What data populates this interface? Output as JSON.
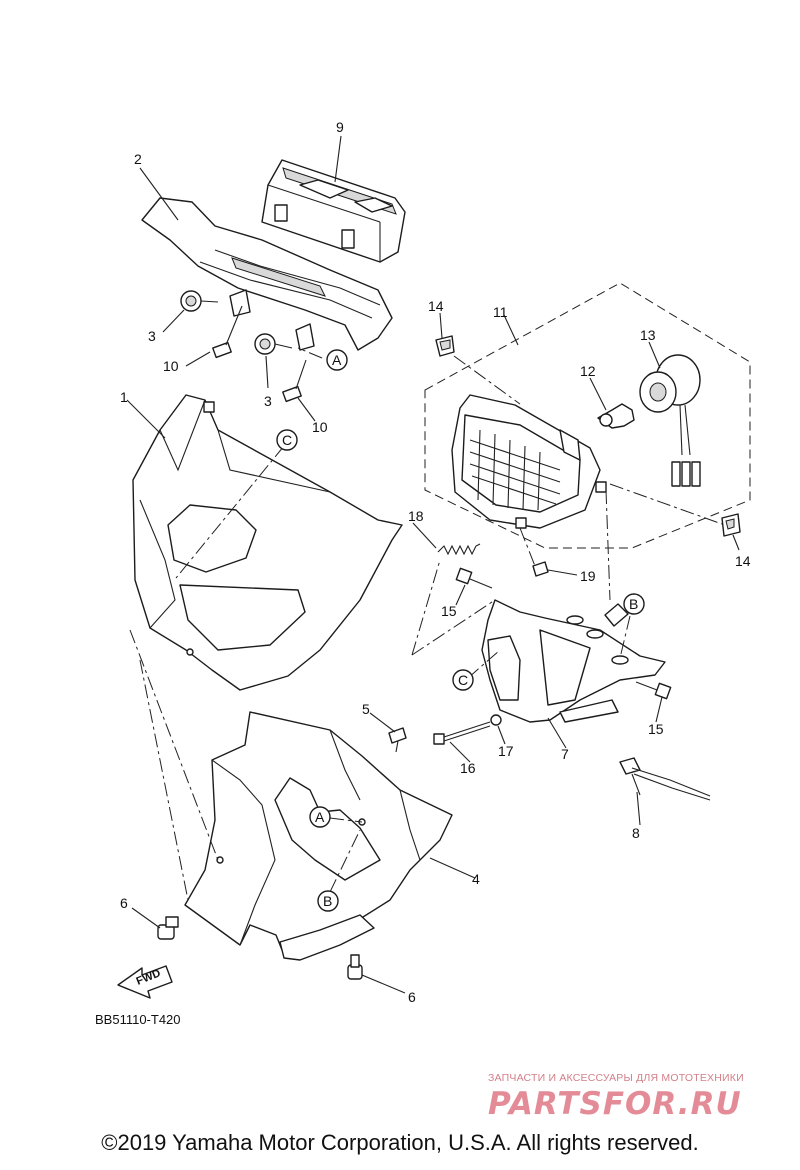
{
  "callouts": {
    "c1": "1",
    "c2": "2",
    "c3a": "3",
    "c3b": "3",
    "c4": "4",
    "c5": "5",
    "c6a": "6",
    "c6b": "6",
    "c7": "7",
    "c8": "8",
    "c9": "9",
    "c10a": "10",
    "c10b": "10",
    "c11": "11",
    "c12": "12",
    "c13": "13",
    "c14a": "14",
    "c14b": "14",
    "c15a": "15",
    "c15b": "15",
    "c16": "16",
    "c17": "17",
    "c18": "18",
    "c19": "19"
  },
  "refs": {
    "a1": "A",
    "a2": "A",
    "b1": "B",
    "b2": "B",
    "c1": "C",
    "c2": "C"
  },
  "fwd_label": "FWD",
  "diagram_code": "BB51110-T420",
  "watermark": {
    "subtitle": "ЗАПЧАСТИ И АКСЕССУАРЫ ДЛЯ МОТОТЕХНИКИ",
    "logo": "PARTSFOR.RU"
  },
  "copyright": "©2019 Yamaha Motor Corporation, U.S.A. All rights reserved."
}
